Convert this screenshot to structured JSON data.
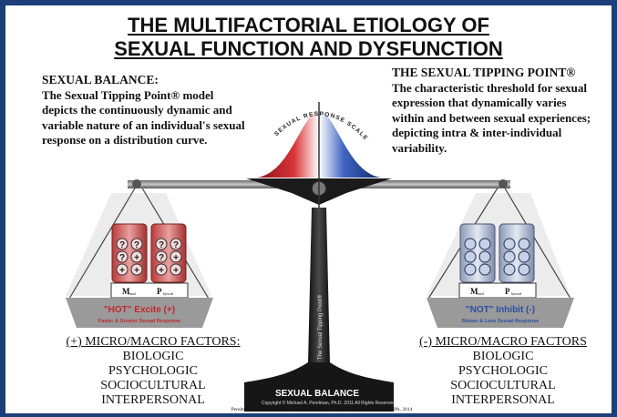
{
  "title": {
    "line1": "THE MULTIFACTORIAL ETIOLOGY OF",
    "line2": "SEXUAL FUNCTION AND DYSFUNCTION"
  },
  "left_block": {
    "heading": "SEXUAL BALANCE:",
    "lines": [
      "The Sexual Tipping Point® model",
      "depicts the continuously dynamic and",
      "variable nature of an individual's sexual",
      "response on a distribution curve."
    ]
  },
  "right_block": {
    "heading": "THE SEXUAL TIPPING POINT®",
    "lines": [
      "The characteristic threshold for sexual",
      "expression that dynamically varies",
      "within and between sexual experiences;",
      "depicting intra & inter-individual",
      "variability."
    ]
  },
  "curve_label": "SEXUAL RESPONSE SCALE",
  "pillar_label": "The Sexual Tipping Point®",
  "left_pan": {
    "label": "\"HOT\" Excite (+)",
    "sublabel": "Faster & Greater Sexual Response",
    "weight1": "M",
    "weight1_sub": "ental",
    "weight2": "P",
    "weight2_sub": "hysical"
  },
  "right_pan": {
    "label": "\"NOT\" Inhibit (-)",
    "sublabel": "Slower & Less Sexual Response",
    "weight1": "M",
    "weight1_sub": "ental",
    "weight2": "P",
    "weight2_sub": "hysical"
  },
  "left_factors": {
    "heading": "(+) MICRO/MACRO FACTORS:",
    "items": [
      "BIOLOGIC",
      "PSYCHOLOGIC",
      "SOCIOCULTURAL",
      "INTERPERSONAL"
    ]
  },
  "right_factors": {
    "heading": "(-) MICRO/MACRO FACTORS",
    "items": [
      "BIOLOGIC",
      "PSYCHOLOGIC",
      "SOCIOCULTURAL",
      "INTERPERSONAL"
    ]
  },
  "base_label": "SEXUAL BALANCE",
  "copyright": "Copyright © Michael A. Perelman, Ph.D. 2011 All Rights Reserved",
  "citation": "Perelman MA. \"The History of Sexual Medicine.\" In.Eds: Diamond, & TolmanAPA, 2014",
  "colors": {
    "background": "#1c3f7a",
    "excite_red": "#c0282d",
    "inhibit_blue": "#2a4fa0",
    "scale_dark": "#1a1a1a"
  }
}
